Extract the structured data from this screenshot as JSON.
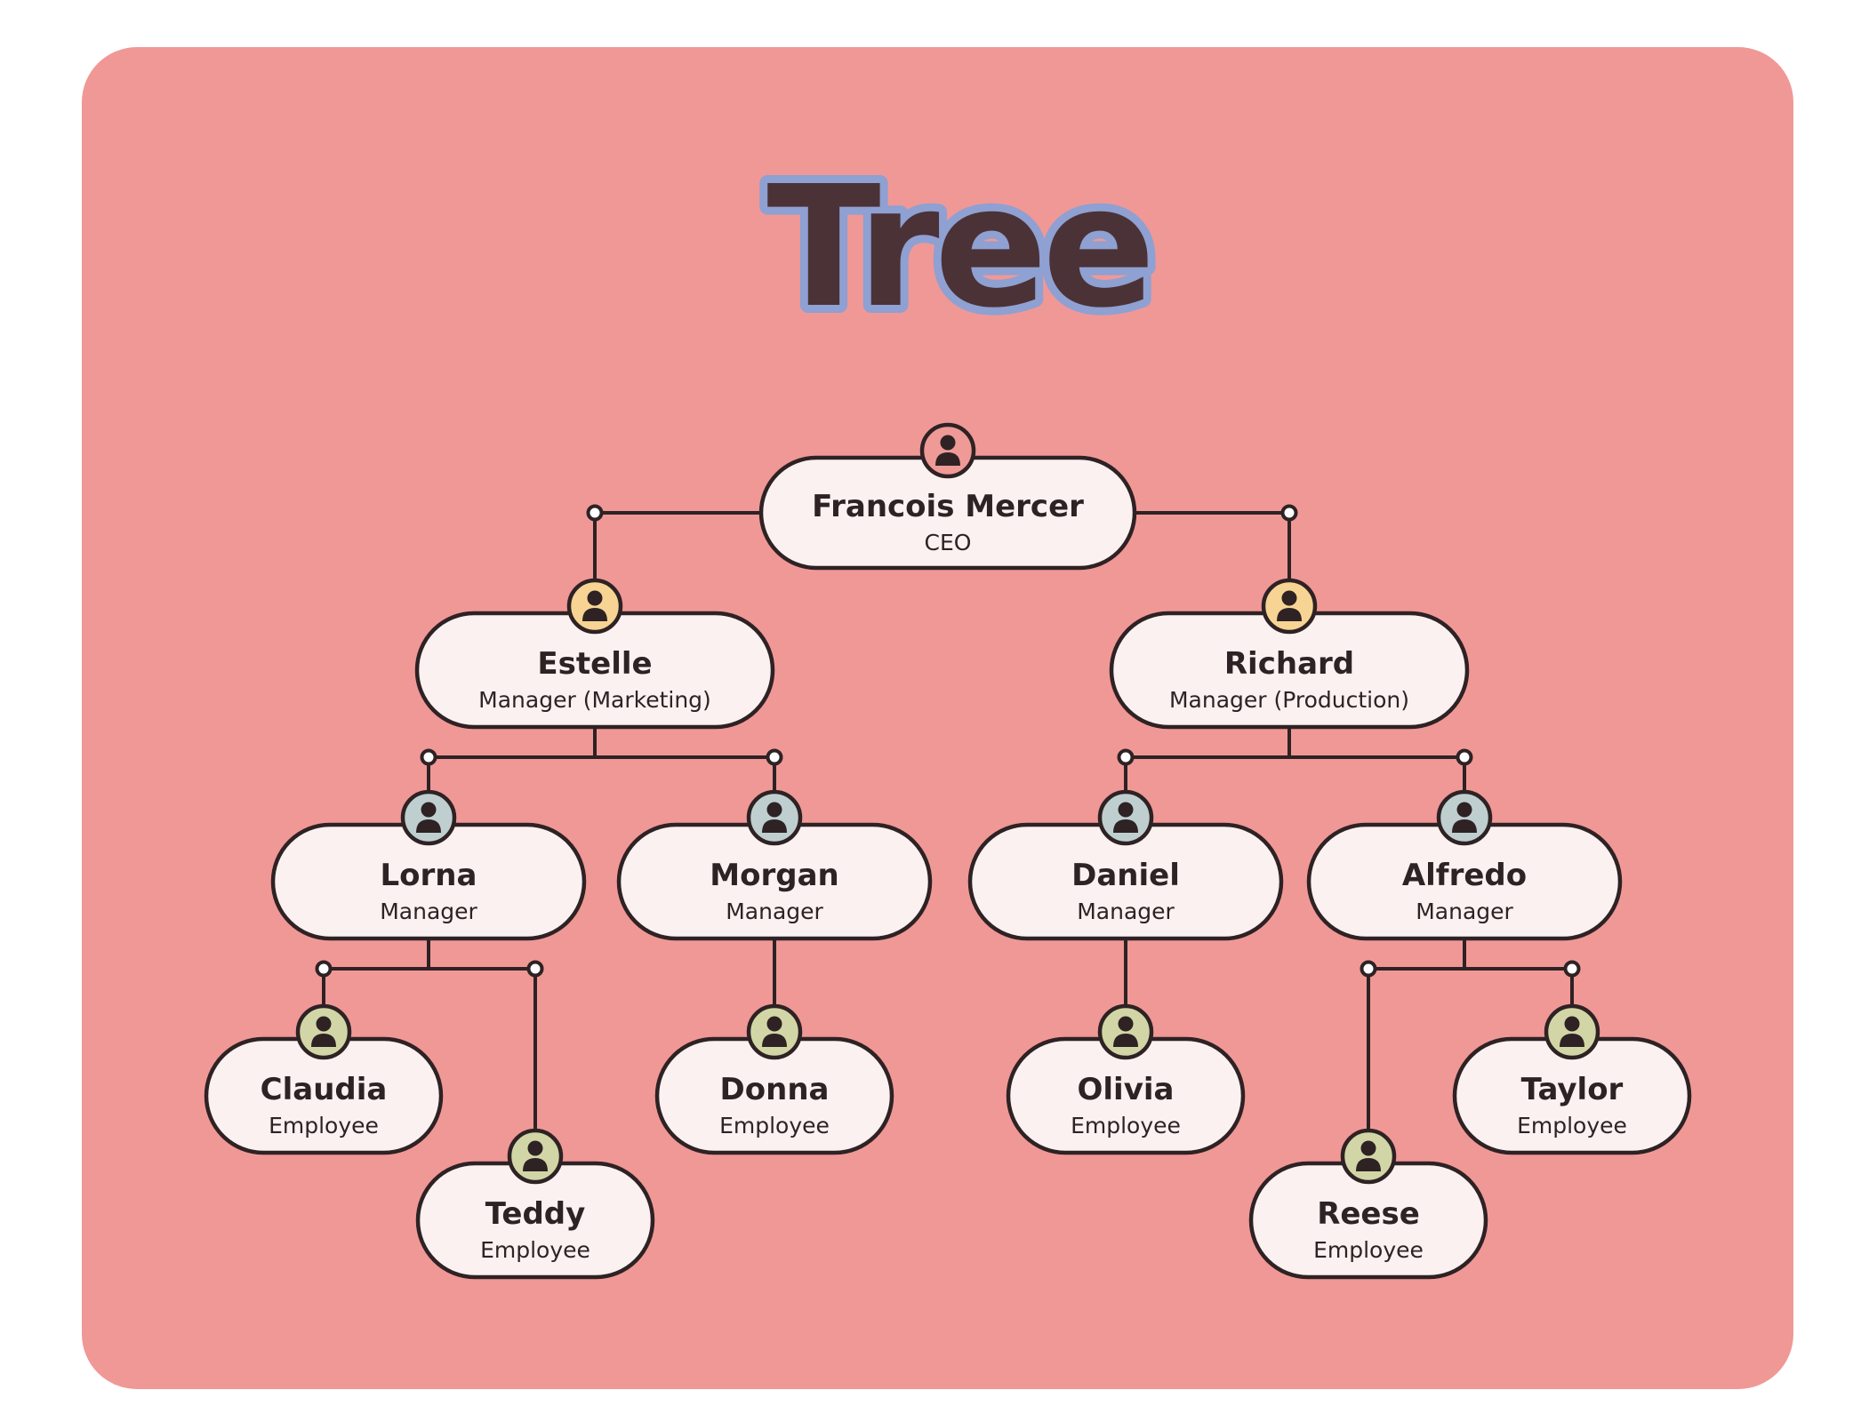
{
  "title": "Tree",
  "colors": {
    "background": "#f09896",
    "title_fill": "#4b3236",
    "title_outline": "#8fa0d2",
    "node_fill": "#fbf1f0",
    "line": "#2e2224",
    "avatar_ceo": "#ef9a96",
    "avatar_department": "#f7d493",
    "avatar_manager": "#bfcfcf",
    "avatar_employee": "#d2d6a6"
  },
  "nodes": [
    {
      "id": "francois",
      "name": "Francois Mercer",
      "role": "CEO",
      "level": "ceo",
      "icon": "person-icon"
    },
    {
      "id": "estelle",
      "name": "Estelle",
      "role": "Manager (Marketing)",
      "level": "department",
      "icon": "person-icon"
    },
    {
      "id": "richard",
      "name": "Richard",
      "role": "Manager (Production)",
      "level": "department",
      "icon": "person-icon"
    },
    {
      "id": "lorna",
      "name": "Lorna",
      "role": "Manager",
      "level": "manager",
      "icon": "person-icon"
    },
    {
      "id": "morgan",
      "name": "Morgan",
      "role": "Manager",
      "level": "manager",
      "icon": "person-icon"
    },
    {
      "id": "daniel",
      "name": "Daniel",
      "role": "Manager",
      "level": "manager",
      "icon": "person-icon"
    },
    {
      "id": "alfredo",
      "name": "Alfredo",
      "role": "Manager",
      "level": "manager",
      "icon": "person-icon"
    },
    {
      "id": "claudia",
      "name": "Claudia",
      "role": "Employee",
      "level": "employee",
      "icon": "person-icon"
    },
    {
      "id": "teddy",
      "name": "Teddy",
      "role": "Employee",
      "level": "employee",
      "icon": "person-icon"
    },
    {
      "id": "donna",
      "name": "Donna",
      "role": "Employee",
      "level": "employee",
      "icon": "person-icon"
    },
    {
      "id": "olivia",
      "name": "Olivia",
      "role": "Employee",
      "level": "employee",
      "icon": "person-icon"
    },
    {
      "id": "reese",
      "name": "Reese",
      "role": "Employee",
      "level": "employee",
      "icon": "person-icon"
    },
    {
      "id": "taylor",
      "name": "Taylor",
      "role": "Employee",
      "level": "employee",
      "icon": "person-icon"
    }
  ],
  "edges": [
    {
      "from": "francois",
      "to": "estelle"
    },
    {
      "from": "francois",
      "to": "richard"
    },
    {
      "from": "estelle",
      "to": "lorna"
    },
    {
      "from": "estelle",
      "to": "morgan"
    },
    {
      "from": "richard",
      "to": "daniel"
    },
    {
      "from": "richard",
      "to": "alfredo"
    },
    {
      "from": "lorna",
      "to": "claudia"
    },
    {
      "from": "lorna",
      "to": "teddy"
    },
    {
      "from": "morgan",
      "to": "donna"
    },
    {
      "from": "daniel",
      "to": "olivia"
    },
    {
      "from": "alfredo",
      "to": "reese"
    },
    {
      "from": "alfredo",
      "to": "taylor"
    }
  ]
}
